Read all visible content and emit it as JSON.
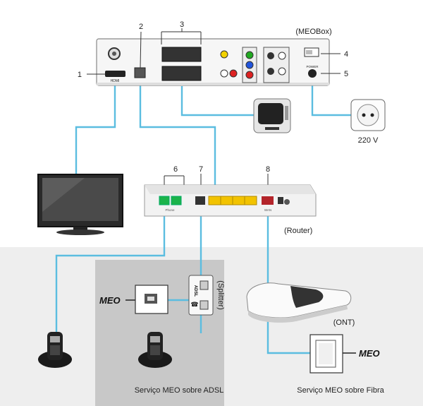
{
  "labels": {
    "meobox": "(MEOBox)",
    "router": "(Router)",
    "ont": "(ONT)",
    "splitter": "(Splitter)",
    "voltage": "220 V",
    "adsl_service": "Serviço MEO sobre ADSL",
    "fibra_service": "Serviço MEO sobre Fibra",
    "meo_logo_adsl": "MEO",
    "meo_logo_fibra": "MEO"
  },
  "callouts": [
    "1",
    "2",
    "3",
    "4",
    "5",
    "6",
    "7",
    "8"
  ],
  "device_text": {
    "hdmi": "HDMI",
    "power": "POWER",
    "adsl": "ADSL",
    "phone": "Phone",
    "wan": "WAN"
  },
  "colors": {
    "cable": "#5bbde0",
    "background_lower": "#eeeeee",
    "adsl_panel": "#c8c8c8",
    "leader": "#333333"
  }
}
